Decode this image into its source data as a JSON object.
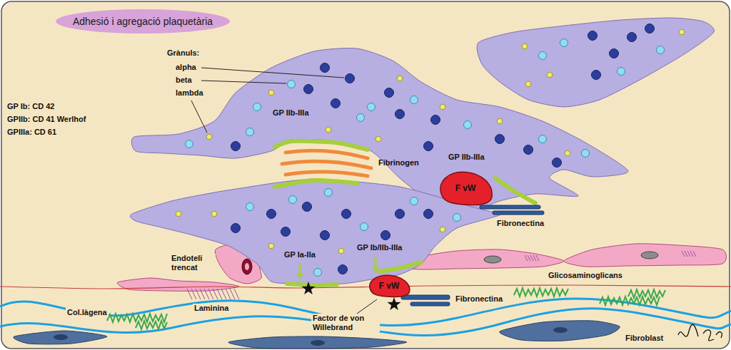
{
  "diagram": {
    "title": "Adhesió i agregació plaquetària",
    "nodes": [
      {
        "text": [
          "F vW"
        ]
      },
      {
        "text": [
          "F vW"
        ]
      }
    ],
    "labels": [
      "Grànuls:",
      "alpha",
      "beta",
      "lambda",
      "GP Ib: CD 42",
      "GPIIb: CD 41 Werlhof",
      "GPIIIa: CD 61",
      "GP IIb-IIIa",
      "Fibrinogen",
      "GP IIb-IIIa",
      "Fibronectina",
      "Endoteli trencat",
      "GP Ia-IIa",
      "GP Ib/IIb-IIIa",
      "Fibronectina",
      "Glicosaminoglicans",
      "Laminina",
      "Col.làgena",
      "Factor de von Willebrand",
      "Fibroblast"
    ]
  }
}
